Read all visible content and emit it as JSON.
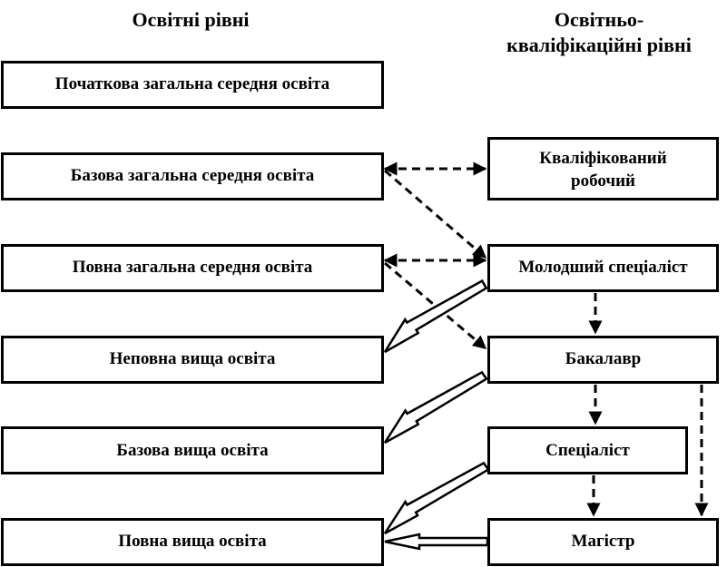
{
  "headings": {
    "left": "Освітні рівні",
    "right_line1": "Освітньо-",
    "right_line2": "кваліфікаційні рівні"
  },
  "left_levels": [
    "Початкова загальна середня освіта",
    "Базова загальна середня освіта",
    "Повна загальна середня освіта",
    "Неповна вища освіта",
    "Базова вища освіта",
    "Повна вища освіта"
  ],
  "right_levels": {
    "skilled_worker_line1": "Кваліфікований",
    "skilled_worker_line2": "робочий",
    "junior_specialist": "Молодший спеціаліст",
    "bachelor": "Бакалавр",
    "specialist": "Спеціаліст",
    "master": "Магістр"
  }
}
